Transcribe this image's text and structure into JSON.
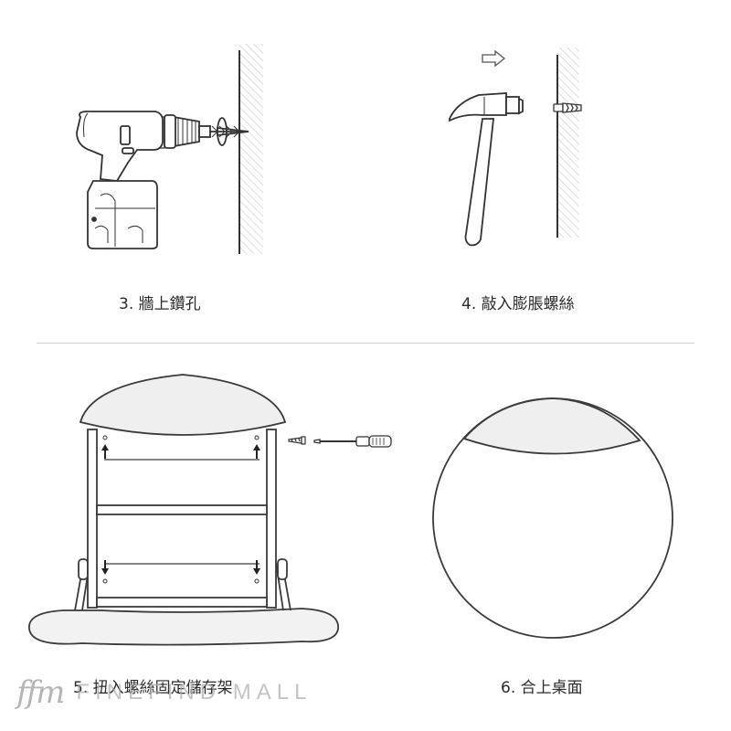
{
  "steps": [
    {
      "number": "3",
      "label": "3. 牆上鑽孔",
      "tool": "drill-icon"
    },
    {
      "number": "4",
      "label": "4. 敲入膨脹螺絲",
      "tool": "hammer-icon"
    },
    {
      "number": "5",
      "label": "5. 扭入螺絲固定儲存架",
      "tool": "screwdriver-icon"
    },
    {
      "number": "6",
      "label": "6. 合上桌面",
      "tool": "round-table-icon"
    }
  ],
  "watermark": {
    "logo": "ffm",
    "text": "FINEFIND MALL"
  },
  "colors": {
    "line": "#3a3a3a",
    "hatch": "#bdbdbd",
    "divider": "#cfcfcf",
    "fill_gray": "#eeeeee"
  }
}
